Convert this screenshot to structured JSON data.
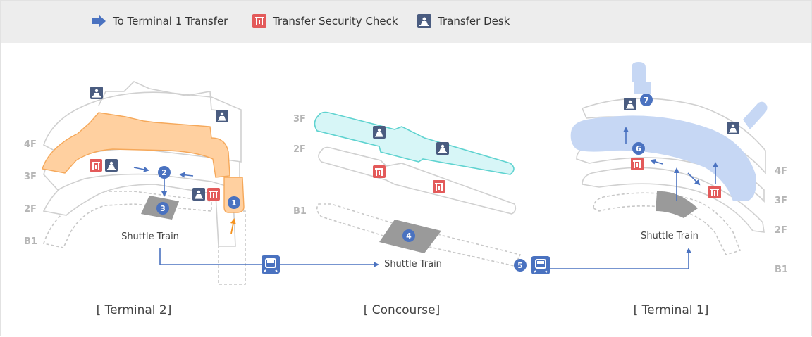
{
  "legend": {
    "transfer_arrow": "To Terminal 1 Transfer",
    "security": "Transfer Security Check",
    "desk": "Transfer Desk"
  },
  "terminal2": {
    "floors": [
      "4F",
      "3F",
      "2F",
      "B1"
    ],
    "shuttle": "Shuttle Train",
    "caption": "[ Terminal 2]"
  },
  "concourse": {
    "floors": [
      "3F",
      "2F",
      "B1"
    ],
    "shuttle": "Shuttle Train",
    "caption": "[ Concourse]"
  },
  "terminal1": {
    "floors": [
      "4F",
      "3F",
      "2F",
      "B1"
    ],
    "shuttle": "Shuttle Train",
    "caption": "[ Terminal 1]"
  },
  "steps": [
    "1",
    "2",
    "3",
    "4",
    "5",
    "6",
    "7"
  ],
  "colors": {
    "arrow_blue": "#4a72c0",
    "security_red": "#e35a5a",
    "desk_navy": "#4a5c80",
    "t2_orange": "#ffd0a0",
    "concourse_cyan": "#d7f6f7",
    "t1_blue": "#c6d7f4"
  }
}
